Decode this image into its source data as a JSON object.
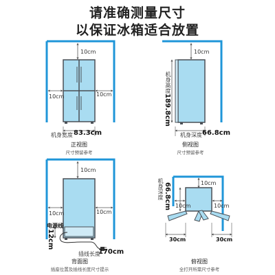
{
  "header": {
    "line1": "请准确测量尺寸",
    "line2": "以保证冰箱适合放置"
  },
  "front": {
    "top_gap": "10cm",
    "left_gap": "10cm",
    "right_gap": "10cm",
    "width_label": "机身宽度",
    "width_value": "83.3cm",
    "caption": "正视图",
    "note": "尺寸预留参考"
  },
  "side": {
    "top_gap": "10cm",
    "height_label": "机身高度",
    "height_value": "189.8cm",
    "depth_label": "机身深度",
    "depth_value": "66.8cm",
    "caption": "侧视图",
    "note": "尺寸预留参考"
  },
  "back": {
    "top_gap": "10cm",
    "left_gap": "10cm",
    "right_gap": "10cm",
    "power_label": "电源线",
    "power_value": "12cm",
    "plug_label": "插线长度",
    "plug_value": "170cm",
    "caption": "背面图",
    "note": "插座位置及插线长度尺寸提示"
  },
  "top": {
    "top_gap": "10cm",
    "left_gap": "10cm",
    "right_gap": "10cm",
    "depth_label": "机身深度",
    "depth_value": "66.8cm",
    "left_open": "30cm",
    "right_open": "30cm",
    "caption": "俯视图",
    "note": "全打开所需尺寸参考"
  },
  "colors": {
    "fridge_fill": "#a9dcf1",
    "fridge_stroke": "#4a4f55",
    "wall": "#1f96d8",
    "dim_line": "#555555"
  }
}
